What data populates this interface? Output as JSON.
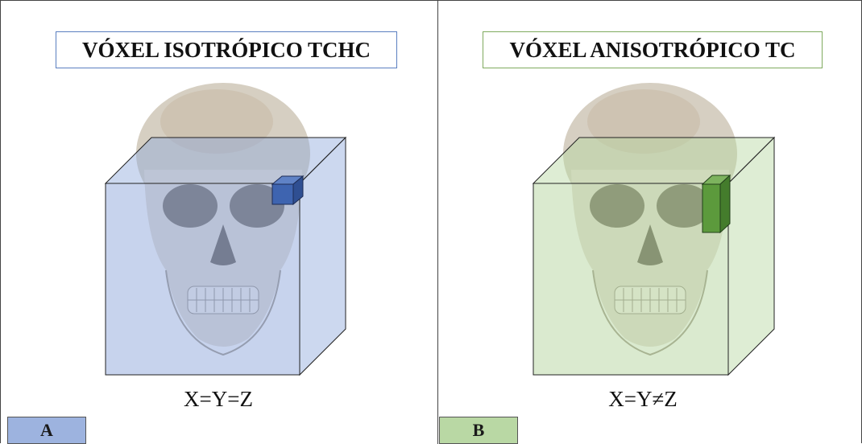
{
  "panels": [
    {
      "id": "A",
      "title": "VÓXEL ISOTRÓPICO TCHC",
      "formula": "X=Y=Z",
      "tag": "A",
      "colors": {
        "cube": "#8fa8dc",
        "voxel": "#3e64b0",
        "border": "#5b7fc0",
        "tag": "#9db3df"
      }
    },
    {
      "id": "B",
      "title": "VÓXEL ANISOTRÓPICO TC",
      "formula": "X=Y≠Z",
      "tag": "B",
      "colors": {
        "cube": "#b6d6a0",
        "voxel": "#5c9a3c",
        "border": "#7faa5e",
        "tag": "#b9d8a4"
      }
    }
  ]
}
